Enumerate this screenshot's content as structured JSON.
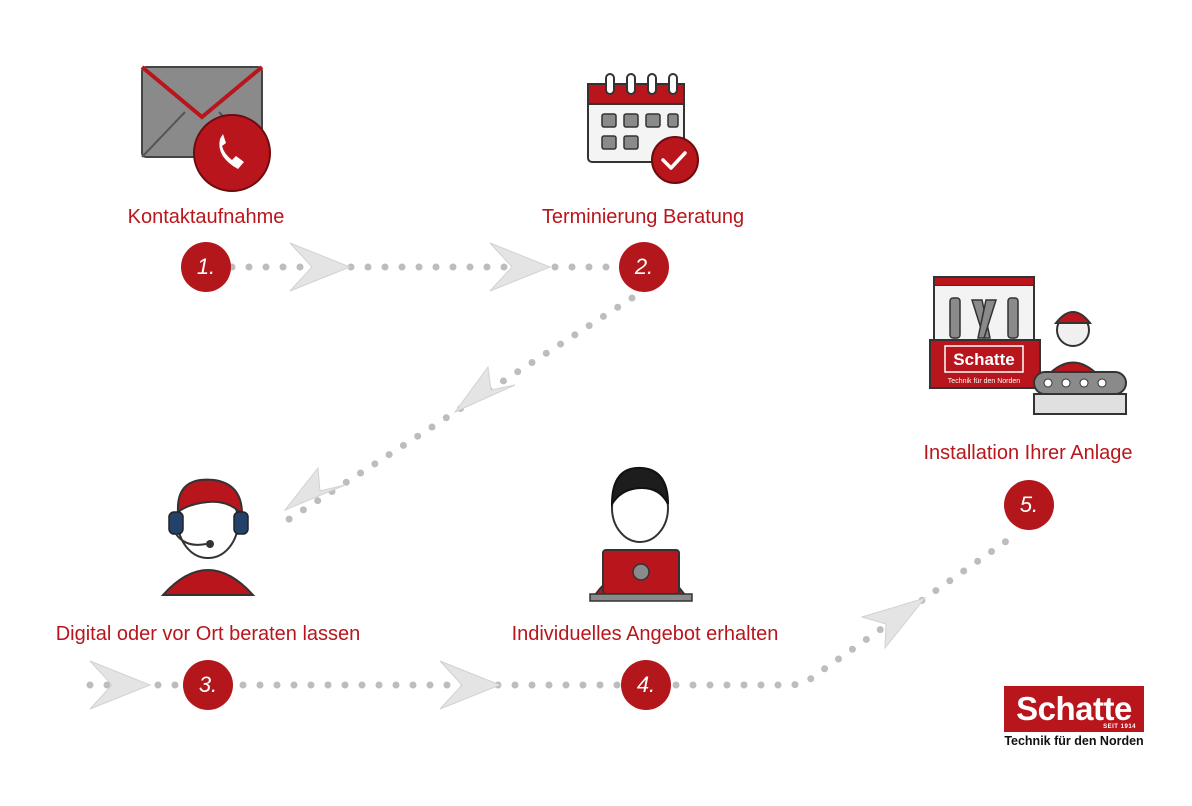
{
  "steps": [
    {
      "number": "1.",
      "label": "Kontaktaufnahme"
    },
    {
      "number": "2.",
      "label": "Terminierung Beratung"
    },
    {
      "number": "3.",
      "label": "Digital oder vor Ort beraten lassen"
    },
    {
      "number": "4.",
      "label": "Individuelles Angebot erhalten"
    },
    {
      "number": "5.",
      "label": "Installation Ihrer Anlage"
    }
  ],
  "logo": {
    "name": "Schatte",
    "since": "SEIT 1914",
    "tagline": "Technik für den Norden"
  },
  "icons": [
    "envelope-phone-icon",
    "calendar-check-icon",
    "headset-agent-icon",
    "laptop-user-icon",
    "toolbox-worker-icon"
  ],
  "colors": {
    "accent": "#b8161c",
    "dots": "#bdbdbd",
    "arrows": "#e3e3e3",
    "icon_gray": "#8a8a8a"
  }
}
